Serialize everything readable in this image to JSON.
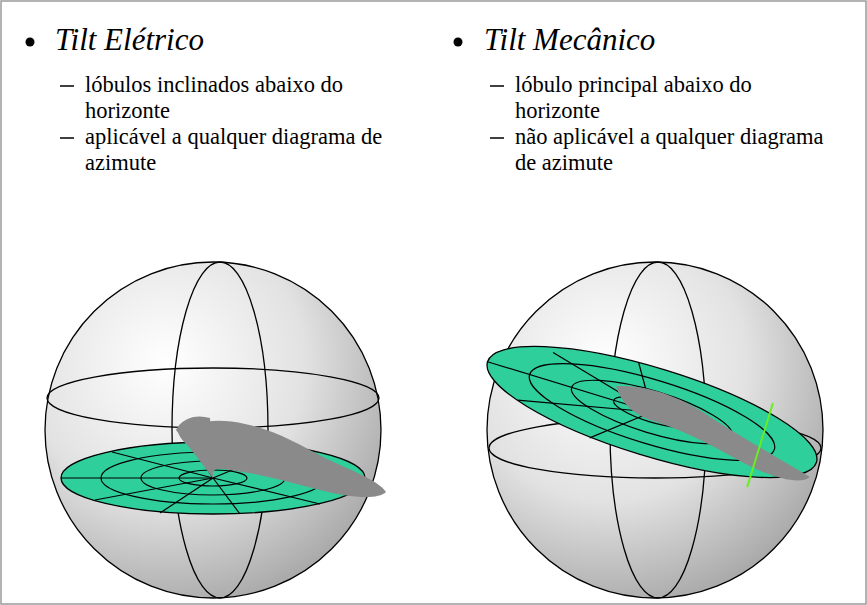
{
  "diagram": {
    "labels": [
      "Tilt Elétrico",
      "lóbulos inclinados abaixo do horizonte",
      "aplicável a qualquer diagrama de azimute",
      "Tilt Mecânico",
      "lóbulo principal abaixo do horizonte",
      "não aplicável a qualquer diagrama de azimute"
    ]
  }
}
